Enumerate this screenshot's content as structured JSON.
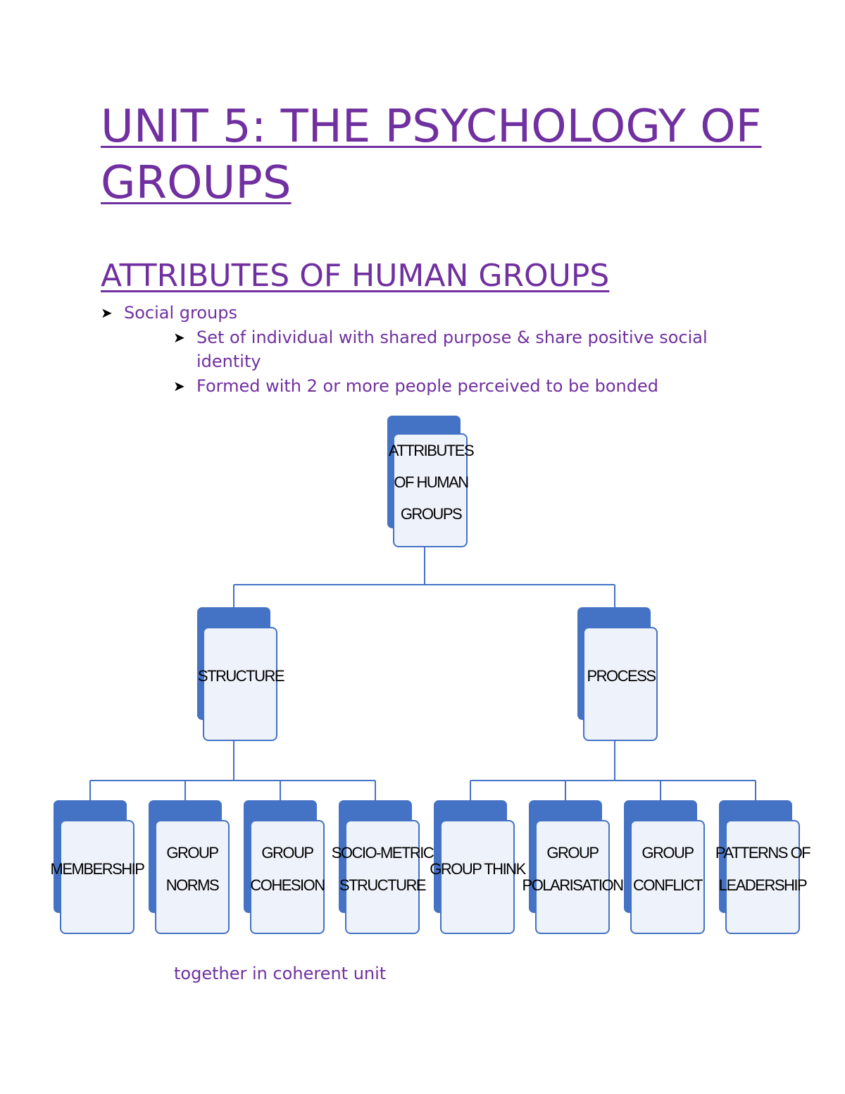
{
  "document": {
    "title": "UNIT 5: THE PSYCHOLOGY OF GROUPS",
    "section_heading": "ATTRIBUTES OF HUMAN GROUPS",
    "bullets": [
      {
        "text": "Social groups",
        "children": [
          {
            "text": "Set of individual with shared purpose & share positive social identity"
          },
          {
            "text": "Formed with 2 or more people perceived to be bonded"
          }
        ]
      }
    ],
    "continuation_text": "together in coherent unit"
  },
  "org_chart": {
    "colors": {
      "shadow": "#4472C4",
      "fill": "#EEF2FA",
      "border": "#4472C4",
      "connector": "#4472C4",
      "heading_text": "#7030A0"
    },
    "root": {
      "label_lines": [
        "ATTRIBUTES",
        "OF HUMAN",
        "GROUPS"
      ],
      "children": [
        {
          "label_lines": [
            "STRUCTURE"
          ],
          "children": [
            {
              "label_lines": [
                "MEMBERSHIP"
              ]
            },
            {
              "label_lines": [
                "GROUP",
                "NORMS"
              ]
            },
            {
              "label_lines": [
                "GROUP",
                "COHESION"
              ]
            },
            {
              "label_lines": [
                "SOCIO-METRIC",
                "STRUCTURE"
              ]
            }
          ]
        },
        {
          "label_lines": [
            "PROCESS"
          ],
          "children": [
            {
              "label_lines": [
                "GROUP THINK"
              ]
            },
            {
              "label_lines": [
                "GROUP",
                "POLARISATION"
              ]
            },
            {
              "label_lines": [
                "GROUP",
                "CONFLICT"
              ]
            },
            {
              "label_lines": [
                "PATTERNS OF",
                "LEADERSHIP"
              ]
            }
          ]
        }
      ]
    }
  }
}
